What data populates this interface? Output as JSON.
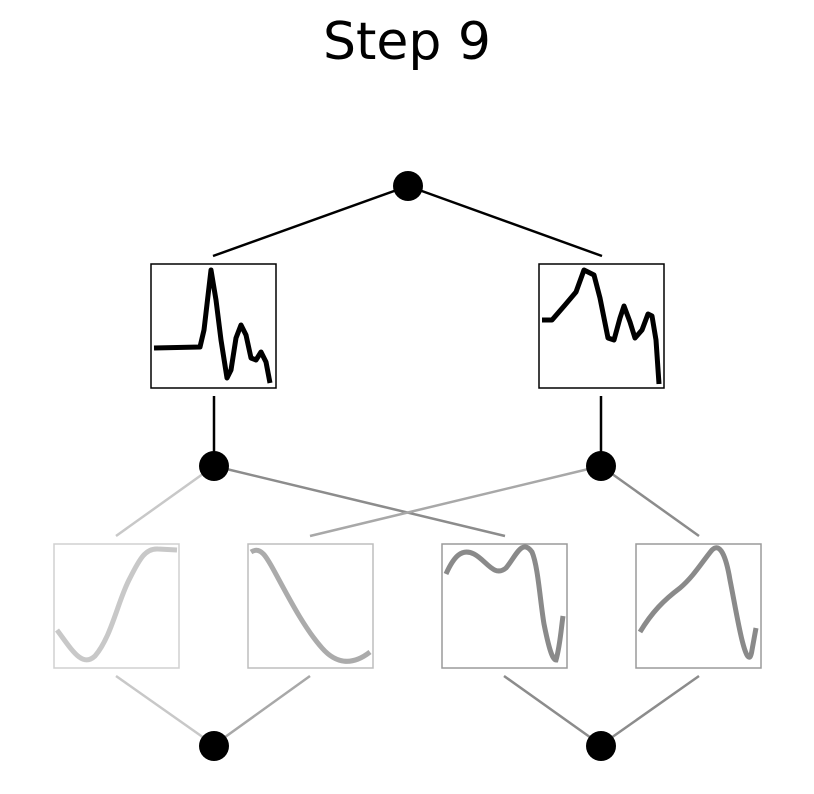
{
  "title": "Step 9",
  "nodes": {
    "top": [
      "input-node"
    ],
    "middle": [
      "hidden-node-1",
      "hidden-node-2"
    ],
    "bottom": [
      "output-node-1",
      "output-node-2"
    ]
  },
  "layer1_activations": [
    {
      "name": "activation-box-1-1",
      "curve": "spike-then-oscillation",
      "stroke": "#000000",
      "opacity": 1.0
    },
    {
      "name": "activation-box-1-2",
      "curve": "rise-peak-oscillation",
      "stroke": "#000000",
      "opacity": 1.0
    }
  ],
  "layer2_activations": [
    {
      "name": "activation-box-2-1",
      "curve": "s-shaped-rise",
      "opacity": 0.22
    },
    {
      "name": "activation-box-2-2",
      "curve": "monotone-decrease",
      "opacity": 0.35
    },
    {
      "name": "activation-box-2-3",
      "curve": "wavy-then-drop",
      "opacity": 0.55
    },
    {
      "name": "activation-box-2-4",
      "curve": "rise-then-drop",
      "opacity": 0.5
    }
  ],
  "colors": {
    "node": "#000000",
    "edge_strong": "#000000",
    "box_border": "#000000"
  }
}
